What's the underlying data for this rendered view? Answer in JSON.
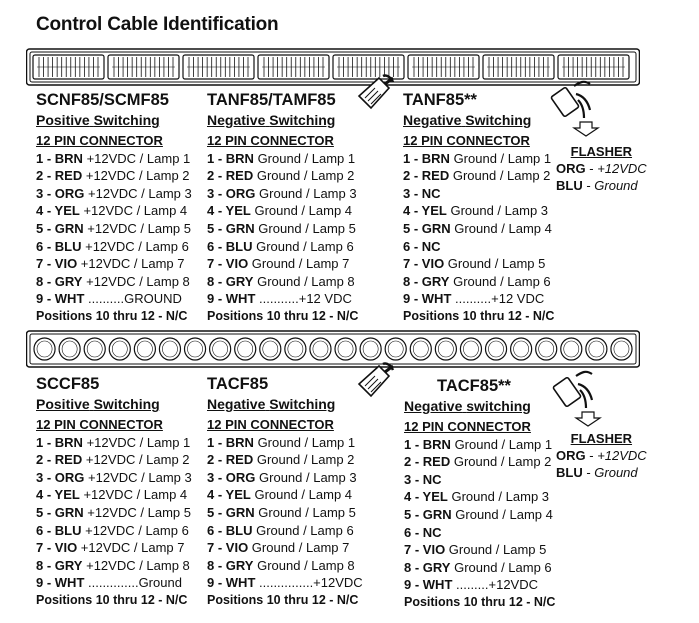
{
  "title": "Control Cable Identification",
  "sections": [
    {
      "columns": [
        {
          "model": "SCNF85/SCMF85",
          "mode_parts": [
            "Positive",
            "Switching"
          ],
          "connector": "12 PIN CONNECTOR",
          "pins": [
            {
              "code": "1 - BRN",
              "desc": "+12VDC / Lamp 1"
            },
            {
              "code": "2 - RED",
              "desc": "+12VDC / Lamp 2"
            },
            {
              "code": "3 - ORG",
              "desc": "+12VDC / Lamp 3"
            },
            {
              "code": "4 - YEL",
              "desc": "+12VDC / Lamp 4"
            },
            {
              "code": "5 - GRN",
              "desc": "+12VDC / Lamp 5"
            },
            {
              "code": "6 - BLU",
              "desc": "+12VDC / Lamp 6"
            },
            {
              "code": "7 - VIO",
              "desc": "+12VDC / Lamp 7"
            },
            {
              "code": "8 - GRY",
              "desc": "+12VDC / Lamp 8"
            },
            {
              "code": "9 - WHT",
              "desc": "..........GROUND"
            }
          ],
          "footer": "Positions 10 thru 12 - N/C"
        },
        {
          "model": "TANF85/TAMF85",
          "mode_parts": [
            "Negative",
            "Switching"
          ],
          "connector": "12 PIN CONNECTOR",
          "pins": [
            {
              "code": "1 - BRN",
              "desc": "Ground / Lamp 1"
            },
            {
              "code": "2 - RED",
              "desc": "Ground / Lamp 2"
            },
            {
              "code": "3 - ORG",
              "desc": "Ground / Lamp 3"
            },
            {
              "code": "4 - YEL",
              "desc": "Ground / Lamp 4"
            },
            {
              "code": "5 - GRN",
              "desc": "Ground / Lamp 5"
            },
            {
              "code": "6 - BLU",
              "desc": "Ground / Lamp 6"
            },
            {
              "code": "7 - VIO",
              "desc": "Ground / Lamp 7"
            },
            {
              "code": "8 - GRY",
              "desc": "Ground / Lamp 8"
            },
            {
              "code": "9 - WHT",
              "desc": "...........+12 VDC"
            }
          ],
          "footer": "Positions 10 thru 12 - N/C"
        },
        {
          "model": "TANF85**",
          "mode_parts": [
            "Negative",
            "Switching"
          ],
          "connector": "12 PIN CONNECTOR",
          "pins": [
            {
              "code": "1 - BRN",
              "desc": "Ground / Lamp 1"
            },
            {
              "code": "2 - RED",
              "desc": "Ground / Lamp 2"
            },
            {
              "code": "3 - NC",
              "desc": ""
            },
            {
              "code": "4 - YEL",
              "desc": "Ground / Lamp 3"
            },
            {
              "code": "5 - GRN",
              "desc": "Ground / Lamp 4"
            },
            {
              "code": "6 - NC",
              "desc": ""
            },
            {
              "code": "7 - VIO",
              "desc": "Ground / Lamp 5"
            },
            {
              "code": "8 - GRY",
              "desc": "Ground / Lamp 6"
            },
            {
              "code": "9 - WHT",
              "desc": "..........+12 VDC"
            }
          ],
          "footer": "Positions 10 thru 12 - N/C"
        }
      ],
      "flasher": {
        "heading": "FLASHER",
        "rows": [
          {
            "code": "ORG",
            "sep": " - ",
            "desc": "+12VDC"
          },
          {
            "code": "BLU",
            "sep": " - ",
            "desc": "Ground"
          }
        ]
      }
    },
    {
      "columns": [
        {
          "model": "SCCF85",
          "mode_parts": [
            "Positive",
            "Switching"
          ],
          "connector": "12 PIN CONNECTOR",
          "pins": [
            {
              "code": "1 - BRN",
              "desc": "+12VDC / Lamp 1"
            },
            {
              "code": "2 - RED",
              "desc": "+12VDC / Lamp 2"
            },
            {
              "code": "3 - ORG",
              "desc": "+12VDC / Lamp 3"
            },
            {
              "code": "4 - YEL",
              "desc": "+12VDC / Lamp 4"
            },
            {
              "code": "5 - GRN",
              "desc": "+12VDC / Lamp 5"
            },
            {
              "code": "6 - BLU",
              "desc": "+12VDC / Lamp 6"
            },
            {
              "code": "7 - VIO",
              "desc": "+12VDC / Lamp 7"
            },
            {
              "code": "8 - GRY",
              "desc": "+12VDC / Lamp 8"
            },
            {
              "code": "9 - WHT",
              "desc": "..............Ground"
            }
          ],
          "footer": "Positions 10 thru 12 - N/C"
        },
        {
          "model": "TACF85",
          "mode_parts": [
            "Negative",
            "Switching"
          ],
          "connector": "12 PIN CONNECTOR",
          "pins": [
            {
              "code": "1 - BRN",
              "desc": "Ground / Lamp 1"
            },
            {
              "code": "2 - RED",
              "desc": "Ground / Lamp 2"
            },
            {
              "code": "3 - ORG",
              "desc": "Ground / Lamp 3"
            },
            {
              "code": "4 - YEL",
              "desc": "Ground / Lamp 4"
            },
            {
              "code": "5 - GRN",
              "desc": "Ground / Lamp 5"
            },
            {
              "code": "6 - BLU",
              "desc": "Ground / Lamp 6"
            },
            {
              "code": "7 - VIO",
              "desc": "Ground / Lamp 7"
            },
            {
              "code": "8 - GRY",
              "desc": "Ground / Lamp 8"
            },
            {
              "code": "9 - WHT",
              "desc": "...............+12VDC"
            }
          ],
          "footer": "Positions 10 thru 12 - N/C"
        },
        {
          "model": "TACF85**",
          "mode_parts": [
            "Negative",
            "switching"
          ],
          "connector": "12 PIN CONNECTOR",
          "pins": [
            {
              "code": "1 - BRN",
              "desc": "Ground / Lamp 1"
            },
            {
              "code": "2 - RED",
              "desc": "Ground / Lamp 2"
            },
            {
              "code": "3 - NC",
              "desc": ""
            },
            {
              "code": "4 - YEL",
              "desc": "Ground / Lamp 3"
            },
            {
              "code": "5 - GRN",
              "desc": "Ground / Lamp 4"
            },
            {
              "code": "6 - NC",
              "desc": ""
            },
            {
              "code": "7 - VIO",
              "desc": "Ground / Lamp 5"
            },
            {
              "code": "8 - GRY",
              "desc": "Ground / Lamp 6"
            },
            {
              "code": "9 - WHT",
              "desc": ".........+12VDC"
            }
          ],
          "footer": "Positions 10 thru 12 - N/C"
        }
      ],
      "flasher": {
        "heading": "FLASHER",
        "rows": [
          {
            "code": "ORG",
            "sep": " - ",
            "desc": "+12VDC"
          },
          {
            "code": "BLU",
            "sep": " - ",
            "desc": "Ground"
          }
        ]
      }
    }
  ]
}
